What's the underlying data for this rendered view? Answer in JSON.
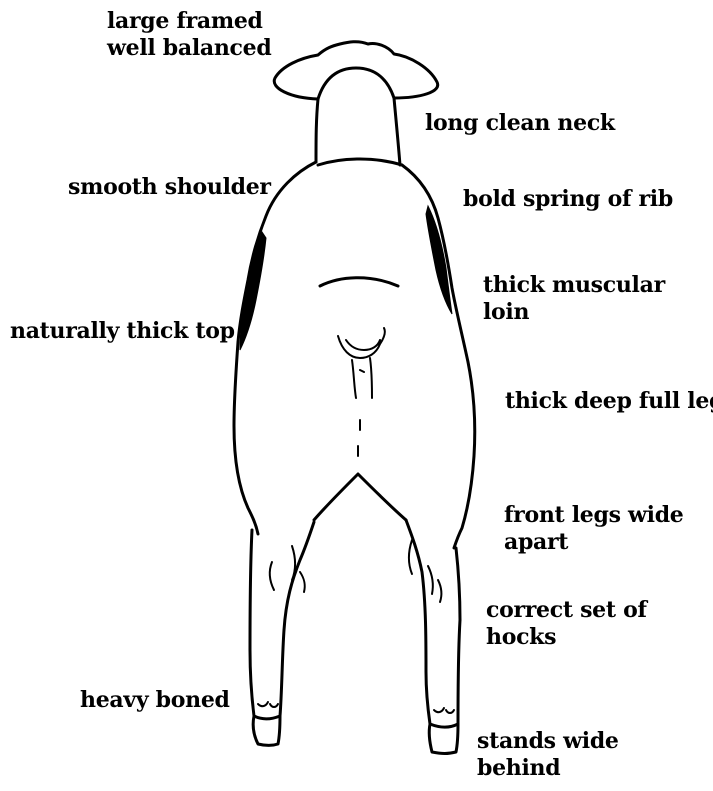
{
  "labels": {
    "large_framed": [
      "large framed",
      "well balanced"
    ],
    "long_clean_neck": [
      "long clean neck"
    ],
    "smooth_shoulder": [
      "smooth shoulder"
    ],
    "bold_spring_of_rib": [
      "bold spring of rib"
    ],
    "thick_muscular_loin": [
      "thick muscular",
      "loin"
    ],
    "naturally_thick_top": [
      "naturally thick top"
    ],
    "thick_deep_full_leg": [
      "thick deep full leg"
    ],
    "front_legs_wide_apart": [
      "front legs wide",
      "apart"
    ],
    "correct_set_of_hocks": [
      "correct set of",
      "hocks"
    ],
    "heavy_boned": [
      "heavy boned"
    ],
    "stands_wide_behind": [
      "stands wide",
      "behind"
    ]
  }
}
